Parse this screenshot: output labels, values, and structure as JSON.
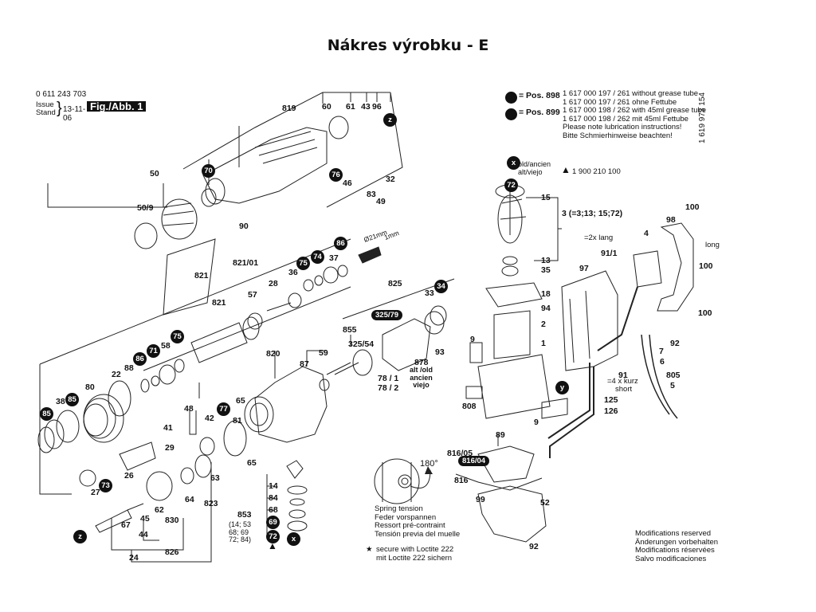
{
  "title": "Nákres výrobku - E",
  "header": {
    "part_number": "0 611 243 703",
    "issue_label_1": "Issue",
    "issue_label_2": "Stand",
    "issue_date": "13-11-06",
    "figure_label": "Fig./Abb. 1"
  },
  "legend": {
    "pos898": "= Pos. 898",
    "pos899": "= Pos. 899",
    "lines": [
      "1 617 000 197 / 261 without grease tube",
      "1 617 000 197 / 261 ohne Fettube",
      "1 617 000 198 / 262 with 45ml grease tube",
      "1 617 000 198 / 262 mit 45ml Fettube",
      "Please note lubrication instructions!",
      "Bitte Schmierhinweise beachten!"
    ],
    "doc_code": "1 619 973 154"
  },
  "spring_note": {
    "angle": "180°",
    "lines": [
      "Spring tension",
      "Feder vorspannen",
      "Ressort pré-contraint",
      "Tensión previa del muelle"
    ]
  },
  "loctite_note": {
    "star": "★",
    "lines": [
      "secure with Loctite 222",
      "mit Loctite 222 sichern"
    ]
  },
  "modifications_note": {
    "lines": [
      "Modifications reserved",
      "Änderungen vorbehalten",
      "Modifications réservées",
      "Salvo modificaciones"
    ]
  },
  "old_note": {
    "lines": [
      "old/ancien",
      "alt/viejo"
    ],
    "triangle": "▲",
    "part": "1 900 210 100"
  },
  "armature_set": "3 (=3;13; 15;72)",
  "size_notes": {
    "diameter": "Ø21mm",
    "gap": "1mm"
  },
  "screw_notes": {
    "long2": "=2x lang",
    "long": "long",
    "short4": [
      "=4 x kurz",
      "short"
    ]
  },
  "set_853_note": [
    "(14; 53",
    "68; 69",
    "72; 84)"
  ],
  "alt_878_note": [
    "alt /old",
    "ancien",
    "viejo"
  ],
  "part_labels": [
    {
      "id": "819",
      "text": "819"
    },
    {
      "id": "60",
      "text": "60"
    },
    {
      "id": "61",
      "text": "61"
    },
    {
      "id": "43",
      "text": "43"
    },
    {
      "id": "96",
      "text": "96"
    },
    {
      "id": "50",
      "text": "50"
    },
    {
      "id": "50-9",
      "text": "50/9"
    },
    {
      "id": "90",
      "text": "90"
    },
    {
      "id": "46",
      "text": "46"
    },
    {
      "id": "32",
      "text": "32"
    },
    {
      "id": "83",
      "text": "83"
    },
    {
      "id": "49",
      "text": "49"
    },
    {
      "id": "821-01",
      "text": "821/01"
    },
    {
      "id": "821a",
      "text": "821"
    },
    {
      "id": "821b",
      "text": "821"
    },
    {
      "id": "28",
      "text": "28"
    },
    {
      "id": "57",
      "text": "57"
    },
    {
      "id": "36",
      "text": "36"
    },
    {
      "id": "37",
      "text": "37"
    },
    {
      "id": "825",
      "text": "825"
    },
    {
      "id": "33",
      "text": "33"
    },
    {
      "id": "855",
      "text": "855"
    },
    {
      "id": "325-54",
      "text": "325/54"
    },
    {
      "id": "878",
      "text": "878"
    },
    {
      "id": "93",
      "text": "93"
    },
    {
      "id": "78-1",
      "text": "78 / 1"
    },
    {
      "id": "78-2",
      "text": "78 / 2"
    },
    {
      "id": "58",
      "text": "58"
    },
    {
      "id": "88",
      "text": "88"
    },
    {
      "id": "22",
      "text": "22"
    },
    {
      "id": "80",
      "text": "80"
    },
    {
      "id": "38",
      "text": "38"
    },
    {
      "id": "820",
      "text": "820"
    },
    {
      "id": "87",
      "text": "87"
    },
    {
      "id": "59",
      "text": "59"
    },
    {
      "id": "48",
      "text": "48"
    },
    {
      "id": "41",
      "text": "41"
    },
    {
      "id": "29",
      "text": "29"
    },
    {
      "id": "42",
      "text": "42"
    },
    {
      "id": "81",
      "text": "81"
    },
    {
      "id": "65a",
      "text": "65"
    },
    {
      "id": "65b",
      "text": "65"
    },
    {
      "id": "26",
      "text": "26"
    },
    {
      "id": "27",
      "text": "27"
    },
    {
      "id": "63",
      "text": "63"
    },
    {
      "id": "64",
      "text": "64"
    },
    {
      "id": "62",
      "text": "62"
    },
    {
      "id": "823",
      "text": "823"
    },
    {
      "id": "830",
      "text": "830"
    },
    {
      "id": "67",
      "text": "67"
    },
    {
      "id": "45",
      "text": "45"
    },
    {
      "id": "44",
      "text": "44"
    },
    {
      "id": "24",
      "text": "24"
    },
    {
      "id": "826",
      "text": "826"
    },
    {
      "id": "14",
      "text": "14"
    },
    {
      "id": "84",
      "text": "84"
    },
    {
      "id": "68",
      "text": "68"
    },
    {
      "id": "853",
      "text": "853"
    },
    {
      "id": "15",
      "text": "15"
    },
    {
      "id": "13",
      "text": "13"
    },
    {
      "id": "35",
      "text": "35"
    },
    {
      "id": "18",
      "text": "18"
    },
    {
      "id": "94",
      "text": "94"
    },
    {
      "id": "2",
      "text": "2"
    },
    {
      "id": "1",
      "text": "1"
    },
    {
      "id": "9a",
      "text": "9"
    },
    {
      "id": "9b",
      "text": "9"
    },
    {
      "id": "808",
      "text": "808"
    },
    {
      "id": "89",
      "text": "89"
    },
    {
      "id": "816-05",
      "text": "816/05"
    },
    {
      "id": "816",
      "text": "816"
    },
    {
      "id": "99",
      "text": "99"
    },
    {
      "id": "52",
      "text": "52"
    },
    {
      "id": "92a",
      "text": "92"
    },
    {
      "id": "97",
      "text": "97"
    },
    {
      "id": "91-1",
      "text": "91/1"
    },
    {
      "id": "4",
      "text": "4"
    },
    {
      "id": "98",
      "text": "98"
    },
    {
      "id": "100a",
      "text": "100"
    },
    {
      "id": "100b",
      "text": "100"
    },
    {
      "id": "100c",
      "text": "100"
    },
    {
      "id": "7",
      "text": "7"
    },
    {
      "id": "92b",
      "text": "92"
    },
    {
      "id": "6",
      "text": "6"
    },
    {
      "id": "91",
      "text": "91"
    },
    {
      "id": "805",
      "text": "805"
    },
    {
      "id": "5",
      "text": "5"
    },
    {
      "id": "125",
      "text": "125"
    },
    {
      "id": "126",
      "text": "126"
    }
  ],
  "badges": [
    {
      "id": "70",
      "text": "70"
    },
    {
      "id": "76",
      "text": "76"
    },
    {
      "id": "86a",
      "text": "86"
    },
    {
      "id": "74",
      "text": "74"
    },
    {
      "id": "75a",
      "text": "75"
    },
    {
      "id": "34",
      "text": "34"
    },
    {
      "id": "75b",
      "text": "75"
    },
    {
      "id": "71",
      "text": "71"
    },
    {
      "id": "86b",
      "text": "86"
    },
    {
      "id": "85a",
      "text": "85"
    },
    {
      "id": "85b",
      "text": "85"
    },
    {
      "id": "77",
      "text": "77"
    },
    {
      "id": "73",
      "text": "73"
    },
    {
      "id": "69",
      "text": "69"
    },
    {
      "id": "72a",
      "text": "72"
    },
    {
      "id": "72b",
      "text": "72"
    },
    {
      "id": "z1",
      "text": "z"
    },
    {
      "id": "z2",
      "text": "z"
    },
    {
      "id": "x1",
      "text": "x"
    },
    {
      "id": "x2",
      "text": "x"
    },
    {
      "id": "y1",
      "text": "y"
    }
  ],
  "pills": [
    {
      "id": "325-79",
      "text": "325/79"
    },
    {
      "id": "816-04",
      "text": "816/04"
    }
  ]
}
